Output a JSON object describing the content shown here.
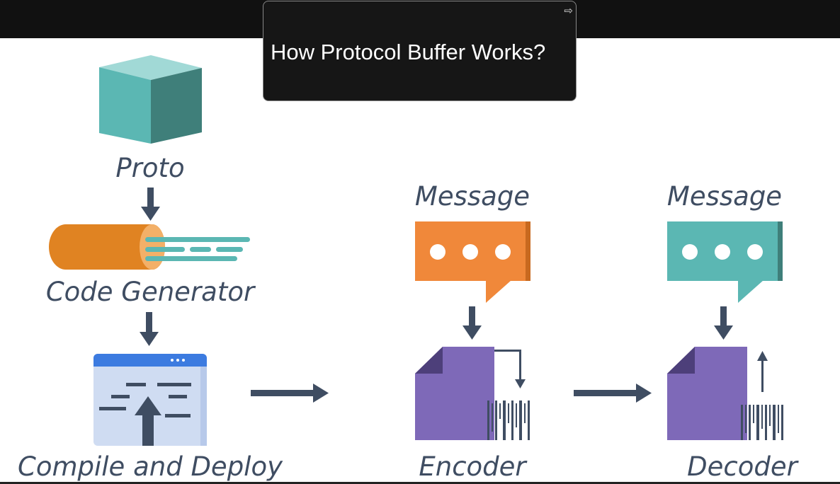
{
  "tooltip": {
    "title": "How Protocol Buffer Works?",
    "exit_icon": "⇨"
  },
  "diagram": {
    "labels": {
      "proto": "Proto",
      "code_generator": "Code Generator",
      "compile_deploy": "Compile and Deploy",
      "message_left": "Message",
      "message_right": "Message",
      "encoder": "Encoder",
      "decoder": "Decoder"
    },
    "colors": {
      "teal": "#5bb7b3",
      "orange": "#f0883a",
      "purple": "#7e69b8",
      "navy": "#3f4d62",
      "blue": "#3c7be0"
    }
  }
}
